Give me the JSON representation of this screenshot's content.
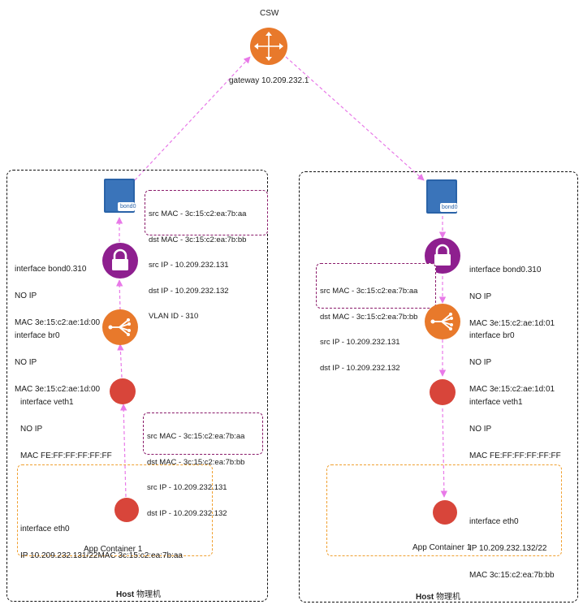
{
  "router": {
    "name": "CSW",
    "gateway": "gateway 10.209.232.1"
  },
  "host_left": {
    "host_label": "Host",
    "host_label_suffix": "物理机",
    "bond_tag": "bond0",
    "bond_interface": [
      "interface bond0.310",
      "NO IP",
      "MAC 3e:15:c2:ae:1d:00"
    ],
    "br_interface": [
      "interface br0",
      "NO IP",
      "MAC 3e:15:c2:ae:1d:00"
    ],
    "veth_interface": [
      "interface veth1",
      "NO IP",
      "MAC FE:FF:FF:FF:FF:FF"
    ],
    "eth_interface": [
      "interface eth0",
      "IP 10.209.232.131/22MAC 3c:15:c2:ea:7b:aa"
    ],
    "app_label": "App Container 1",
    "packet_top": [
      "src MAC - 3c:15:c2:ea:7b:aa",
      "dst MAC - 3c:15:c2:ea:7b:bb",
      "src IP - 10.209.232.131",
      "dst IP - 10.209.232.132",
      "VLAN ID - 310"
    ],
    "packet_bottom": [
      "src MAC - 3c:15:c2:ea:7b:aa",
      "dst MAC - 3c:15:c2:ea:7b:bb",
      "src IP - 10.209.232.131",
      "dst IP - 10.209.232.132"
    ]
  },
  "host_right": {
    "host_label": "Host",
    "host_label_suffix": "物理机",
    "bond_tag": "bond0",
    "bond_interface": [
      "interface bond0.310",
      "NO IP",
      "MAC 3e:15:c2:ae:1d:01"
    ],
    "br_interface": [
      "interface br0",
      "NO IP",
      "MAC 3e:15:c2:ae:1d:01"
    ],
    "veth_interface": [
      "interface veth1",
      "NO IP",
      "MAC FE:FF:FF:FF:FF:FF"
    ],
    "eth_interface": [
      "interface eth0",
      "IP 10.209.232.132/22",
      "MAC 3c:15:c2:ea:7b:bb"
    ],
    "app_label": "App Container 1",
    "packet": [
      "src MAC - 3c:15:c2:ea:7b:aa",
      "dst MAC - 3c:15:c2:ea:7b:bb",
      "src IP - 10.209.232.131",
      "dst IP - 10.209.232.132"
    ]
  },
  "colors": {
    "router": "#e8792b",
    "bridge": "#e8792b",
    "lock": "#8e1f8f",
    "veth": "#d8453a",
    "bond": "#2a63a8",
    "arrow": "#e879e8",
    "host_border": "#111111",
    "app_border": "#f0a030",
    "packet_border": "#8a1a6a"
  },
  "icons": [
    "router-icon",
    "bond-icon",
    "lock-icon",
    "bridge-icon",
    "interface-dot-icon"
  ]
}
